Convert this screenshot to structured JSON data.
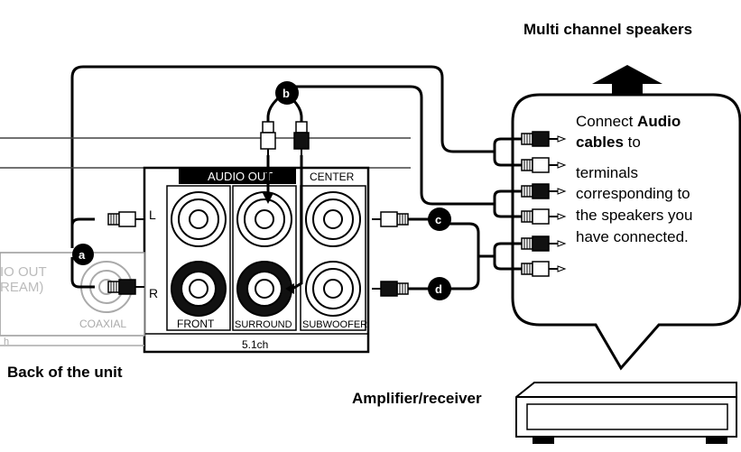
{
  "title_speakers": "Multi channel speakers",
  "label_back_unit": "Back of the unit",
  "label_amplifier": "Amplifier/receiver",
  "panel": {
    "header": "AUDIO OUT",
    "center_header": "CENTER",
    "label_L": "L",
    "label_R": "R",
    "col_front": "FRONT",
    "col_surround": "SURROUND",
    "col_subwoofer": "SUBWOOFER",
    "footer": "5.1ch",
    "coaxial": "COAXIAL",
    "left_cut_line1": "IO OUT",
    "left_cut_line2": "REAM)",
    "left_cut_bottom": "h"
  },
  "badges": {
    "a": "a",
    "b": "b",
    "c": "c",
    "d": "d"
  },
  "bubble": {
    "line1_plain": "Connect ",
    "line1_bold": "Audio",
    "line2_bold": "cables",
    "line2_plain": " to",
    "line3": "terminals",
    "line4": "corresponding to",
    "line5": "the speakers you",
    "line6": "have connected."
  }
}
